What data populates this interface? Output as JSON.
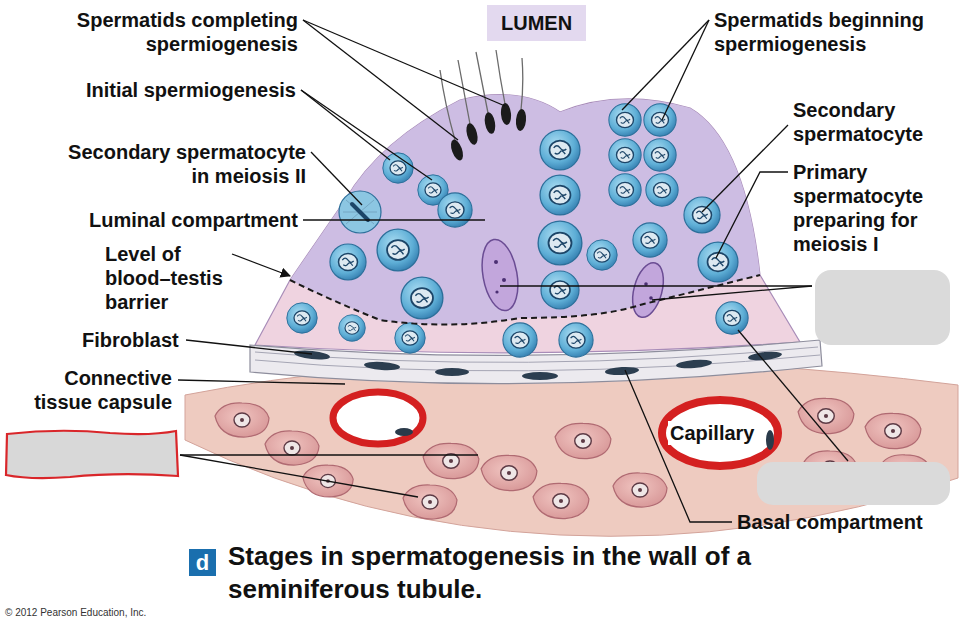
{
  "diagram": {
    "caption": "Stages in spermatogenesis in the wall of a seminiferous tubule.",
    "nodes": [
      {
        "text": [
          "LUMEN"
        ]
      },
      {
        "text": [
          "d"
        ]
      }
    ],
    "labels": [
      "Spermatids completing spermiogenesis",
      "Initial spermiogenesis",
      "Secondary spermatocyte in meiosis II",
      "Luminal compartment",
      "Level of blood–testis barrier",
      "Fibroblast",
      "Connective tissue capsule",
      "Spermatids beginning spermiogenesis",
      "Secondary spermatocyte",
      "Primary spermatocyte preparing for meiosis I",
      "Capillary",
      "Basal compartment",
      "© 2012 Pearson Education, Inc."
    ]
  }
}
